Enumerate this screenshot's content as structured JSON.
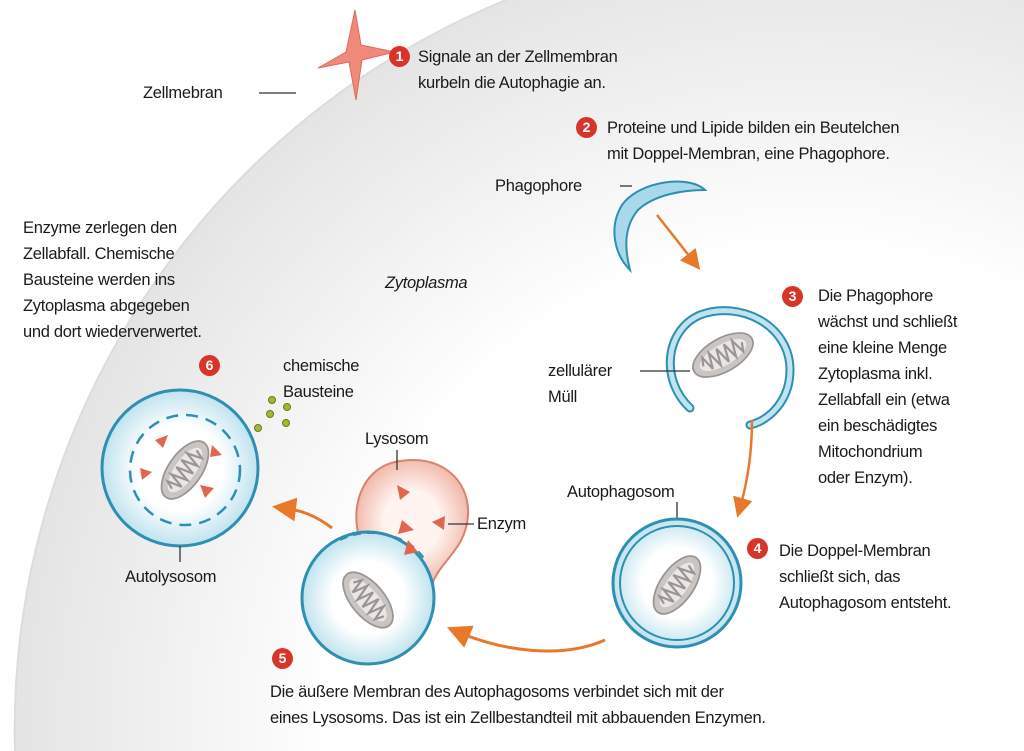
{
  "labels": {
    "zellmembran": "Zellmebran",
    "zytoplasma": "Zytoplasma",
    "phagophore": "Phagophore",
    "zellulaerer_muell": [
      "zellulärer",
      "Müll"
    ],
    "autophagosom": "Autophagosom",
    "lysosom": "Lysosom",
    "enzym": "Enzym",
    "autolysosom": "Autolysosom",
    "chemische_bausteine": [
      "chemische",
      "Bausteine"
    ]
  },
  "steps": [
    {
      "number": "1",
      "lines": [
        "Signale an der Zellmembran",
        "kurbeln die Autophagie an."
      ]
    },
    {
      "number": "2",
      "lines": [
        "Proteine und Lipide bilden ein Beutelchen",
        "mit Doppel-Membran, eine Phagophore."
      ]
    },
    {
      "number": "3",
      "lines": [
        "Die Phagophore",
        "wächst und schließt",
        "eine kleine Menge",
        "Zytoplasma inkl.",
        "Zellabfall ein (etwa",
        "ein beschädigtes",
        "Mitochondrium",
        "oder Enzym)."
      ]
    },
    {
      "number": "4",
      "lines": [
        "Die Doppel-Membran",
        "schließt sich, das",
        "Autophagosom entsteht."
      ]
    },
    {
      "number": "5",
      "lines": [
        "Die äußere Membran des Autophagosoms verbindet sich mit der",
        "eines Lysosoms. Das ist ein Zellbestandteil mit abbauenden Enzymen."
      ]
    },
    {
      "number": "6",
      "lines": [
        "Enzyme zerlegen den",
        "Zellabfall. Chemische",
        "Bausteine werden ins",
        "Zytoplasma abgegeben",
        "und dort wiederverwertet."
      ]
    }
  ],
  "colors": {
    "badge": "#d8352a",
    "arrow": "#e8782a",
    "membrane": "#2f8fb0",
    "lysosome": "#f2c2b5",
    "enzyme": "#e0664f"
  }
}
